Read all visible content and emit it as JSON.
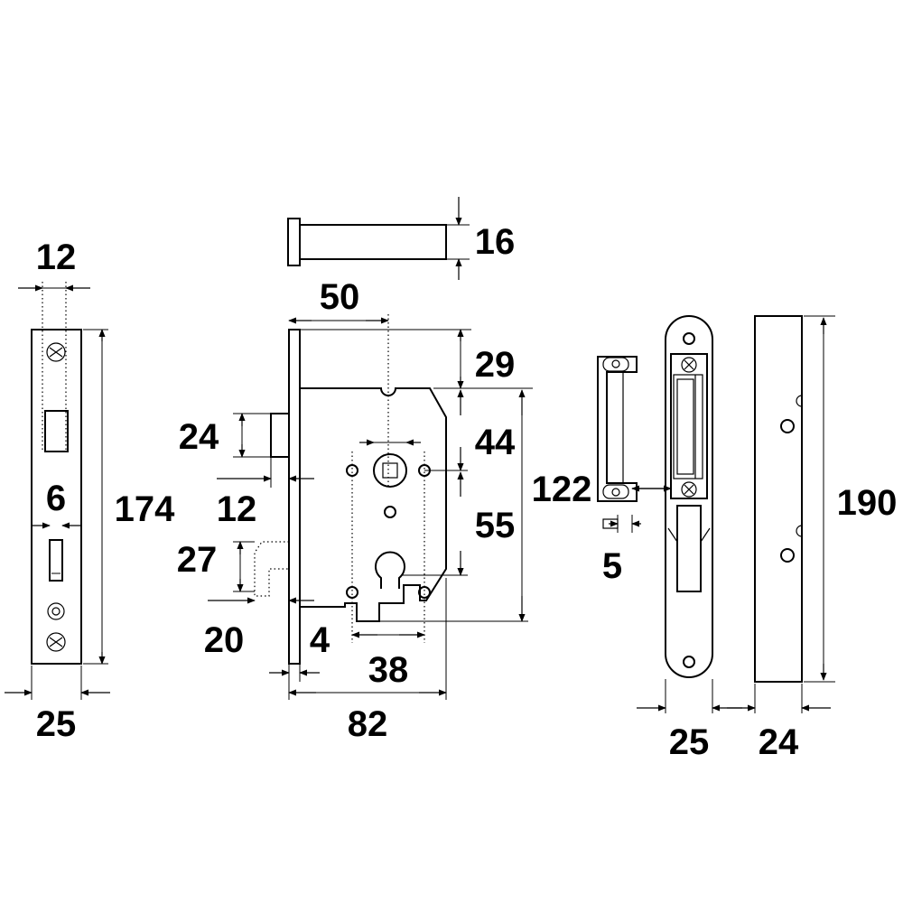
{
  "drawing": {
    "line_color": "#000000",
    "background": "#ffffff"
  },
  "faceplate": {
    "dim_width_top": "12",
    "dim_offset": "6",
    "dim_height": "174",
    "dim_width_bottom": "25"
  },
  "spindle": {
    "dim_diameter": "16"
  },
  "lock_case": {
    "dim_backset": "50",
    "dim_top": "29",
    "dim_latch_height": "24",
    "dim_follower_to_top": "44",
    "dim_latch_projection": "12",
    "dim_case_height": "122",
    "dim_centres": "55",
    "dim_bolt_height": "27",
    "dim_bolt_projection": "20",
    "dim_forend_thickness": "4",
    "dim_keyway_centres": "38",
    "dim_case_width": "82"
  },
  "strike_keep": {
    "dim_gap": "5",
    "dim_width": "25"
  },
  "box_keep": {
    "dim_height": "190",
    "dim_width": "24"
  }
}
